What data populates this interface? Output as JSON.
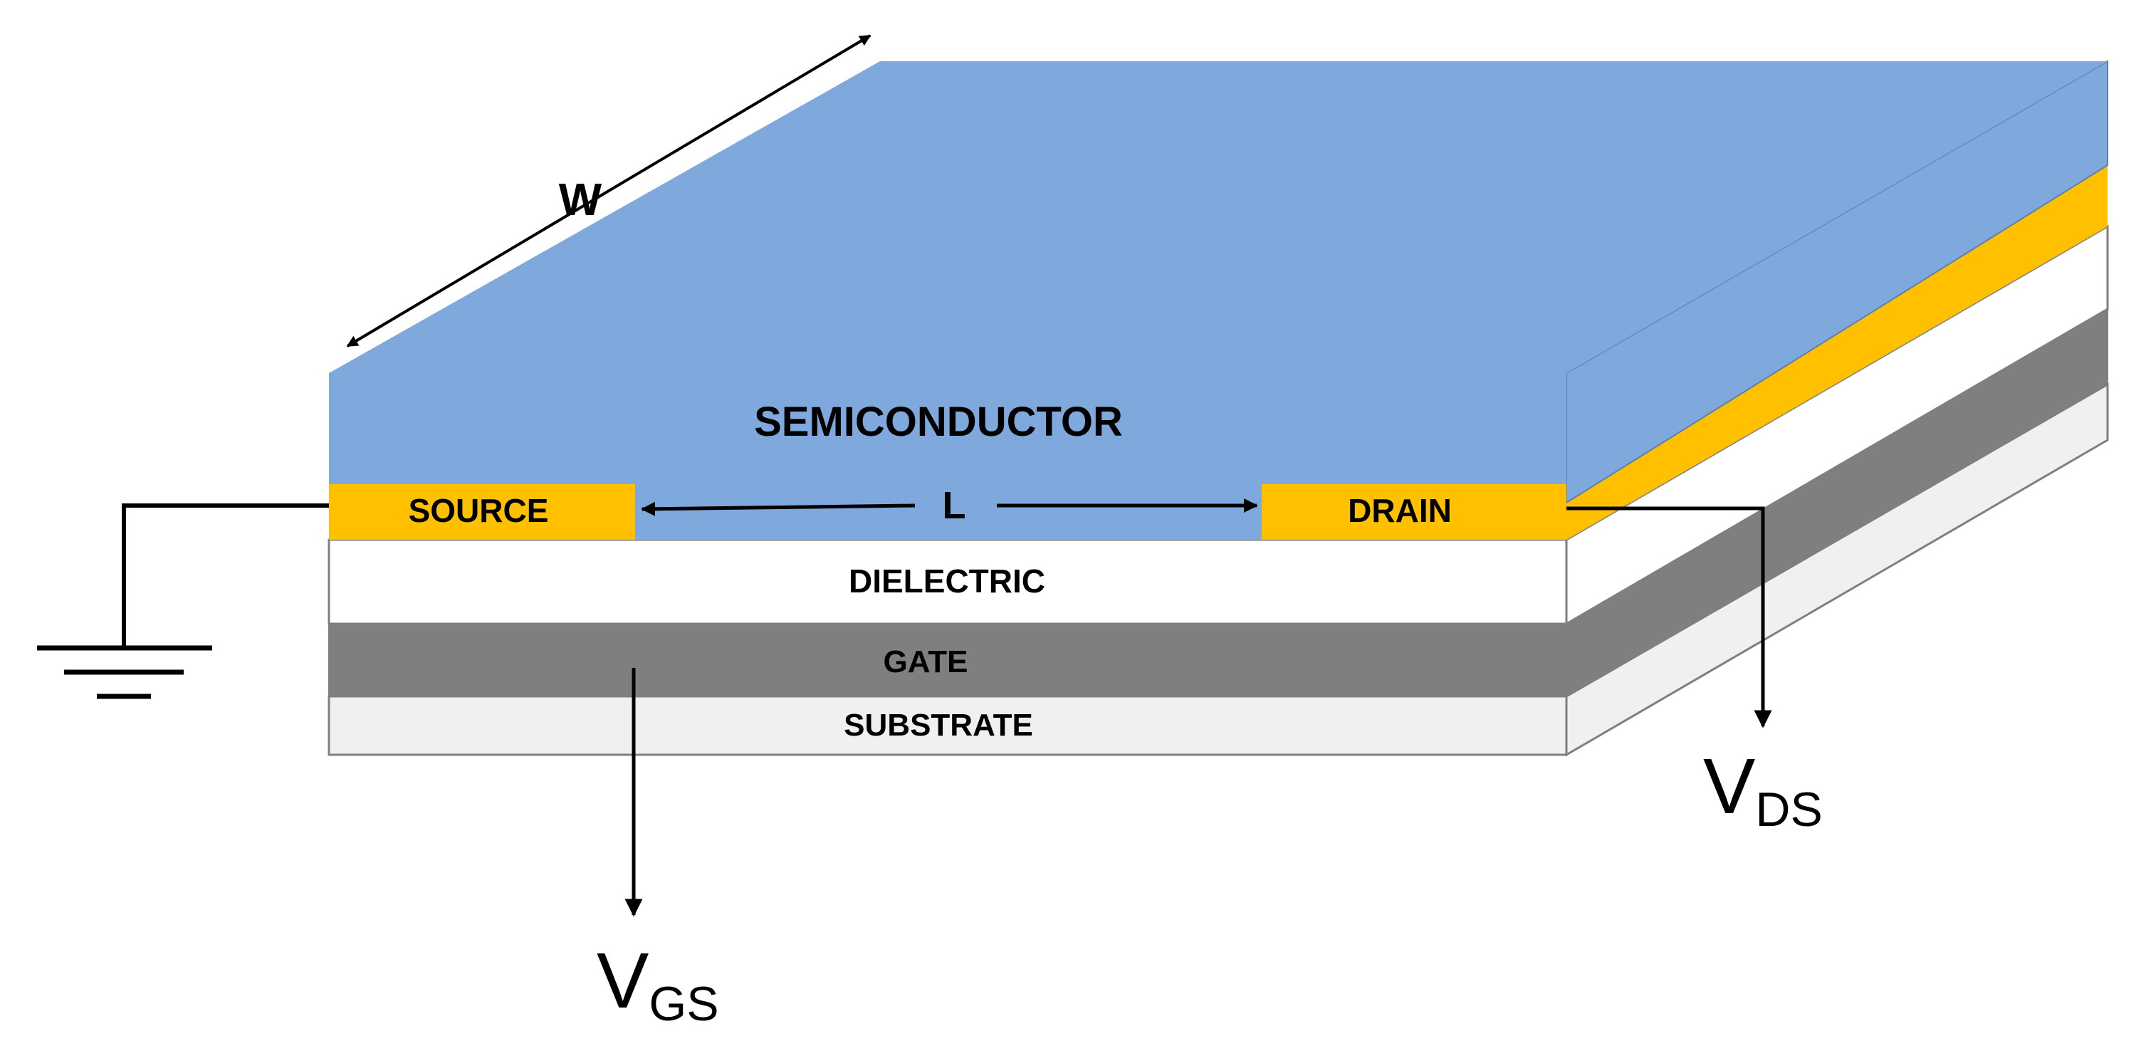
{
  "labels": {
    "width": "W",
    "length": "L",
    "semiconductor": "SEMICONDUCTOR",
    "source": "SOURCE",
    "drain": "DRAIN",
    "dielectric": "DIELECTRIC",
    "gate": "GATE",
    "substrate": "SUBSTRATE",
    "vgs_main": "V",
    "vgs_sub": "GS",
    "vds_main": "V",
    "vds_sub": "DS"
  },
  "colors": {
    "semiconductor": "#7FA8DC",
    "electrode": "#FFC000",
    "dielectric": "#FFFFFF",
    "gate": "#7F7F7F",
    "substrate": "#F0F0F0",
    "wire": "#000000"
  }
}
